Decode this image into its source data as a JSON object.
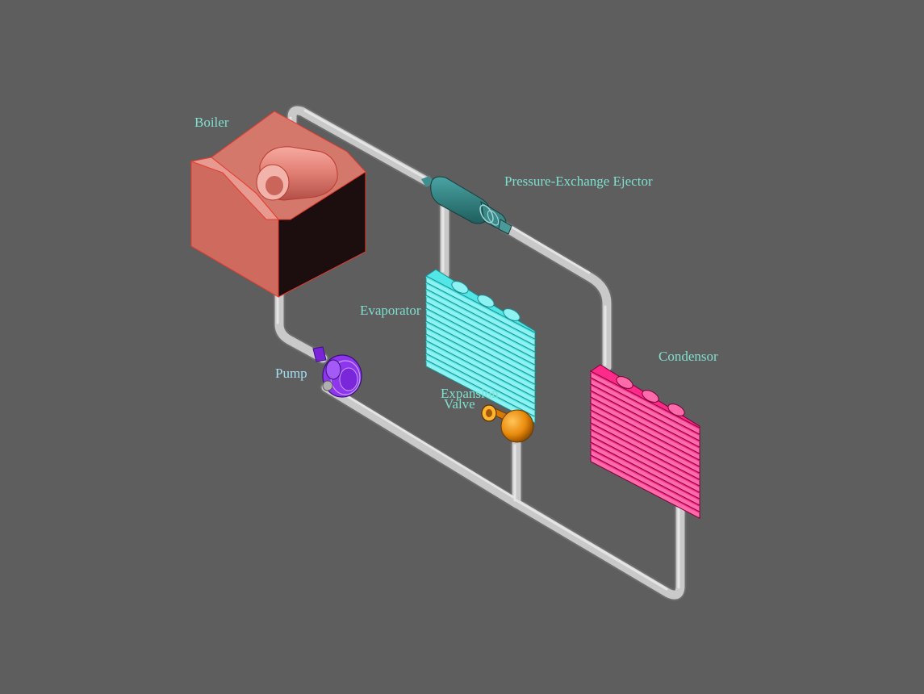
{
  "diagram": {
    "background": "#5e5e5e",
    "label_color": "#7fe0cf",
    "components": {
      "boiler": {
        "label": "Boiler",
        "color": "#d9685a",
        "icon": "boiler-icon"
      },
      "ejector": {
        "label": "Pressure-Exchange Ejector",
        "color": "#2f7f7f",
        "icon": "ejector-icon"
      },
      "evaporator": {
        "label": "Evaporator",
        "color": "#52e6e6",
        "icon": "evaporator-icon"
      },
      "condensor": {
        "label": "Condensor",
        "color": "#ff2a8a",
        "icon": "condensor-icon"
      },
      "pump": {
        "label": "Pump",
        "color": "#8a2ee6",
        "icon": "pump-icon"
      },
      "expansion_valve": {
        "label_line1": "Expansion",
        "label_line2": "Valve",
        "color": "#ff9a10",
        "icon": "valve-icon"
      }
    },
    "pipe_color": "#c8c8c8"
  }
}
